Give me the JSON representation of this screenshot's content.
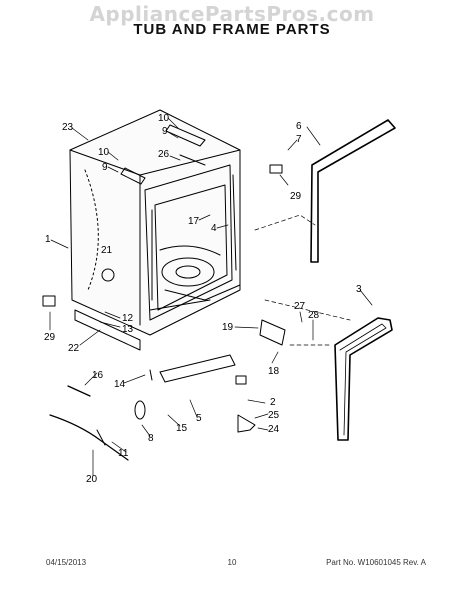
{
  "watermark": "AppliancePartsPros.com",
  "title": "TUB AND FRAME PARTS",
  "callouts": [
    "23",
    "10",
    "9",
    "26",
    "10",
    "9",
    "6",
    "7",
    "29",
    "17",
    "4",
    "1",
    "21",
    "3",
    "27",
    "28",
    "19",
    "18",
    "29",
    "12",
    "13",
    "22",
    "16",
    "14",
    "2",
    "25",
    "24",
    "5",
    "15",
    "8",
    "11",
    "20"
  ],
  "footer": {
    "date": "04/15/2013",
    "page": "10",
    "part_info": "Part No.  W10601045  Rev. A"
  }
}
